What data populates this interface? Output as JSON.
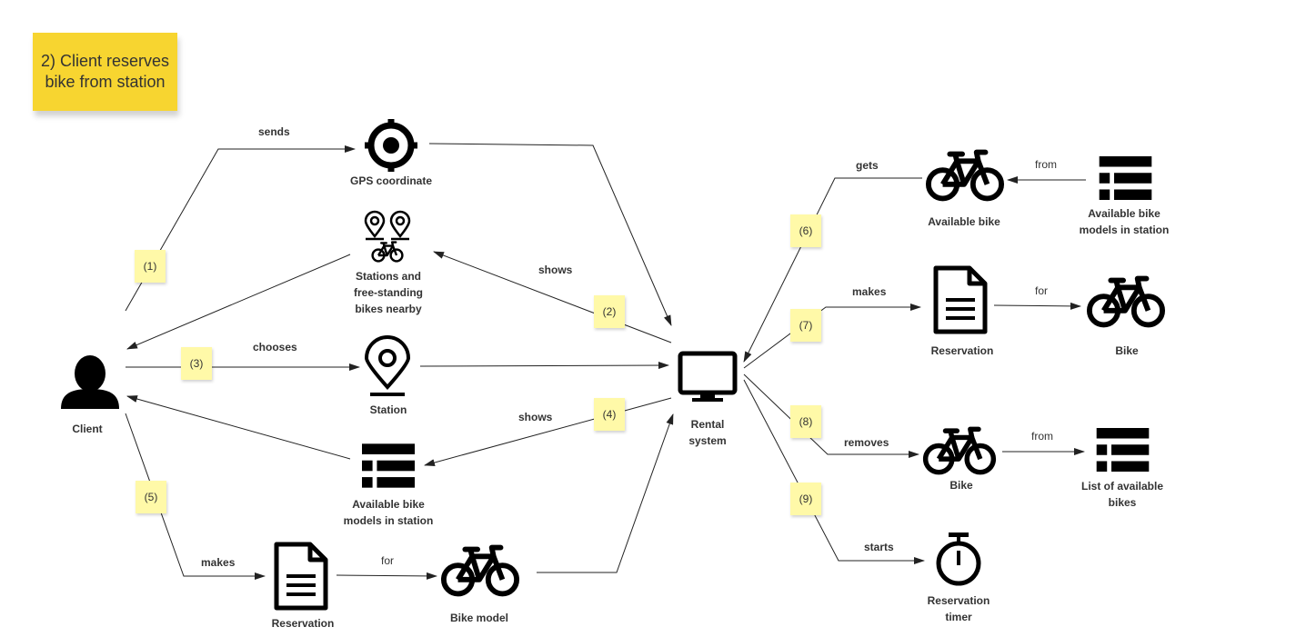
{
  "title_note": {
    "line1": "2) Client reserves",
    "line2": "bike from station"
  },
  "nodes": {
    "client": "Client",
    "gps": "GPS coordinate",
    "nearby": [
      "Stations and",
      "free-standing",
      "bikes nearby"
    ],
    "station": "Station",
    "models_left": [
      "Available bike",
      "models in station"
    ],
    "reservation_left": "Reservation",
    "bike_model": "Bike model",
    "rental": [
      "Rental",
      "system"
    ],
    "available_bike": "Available bike",
    "models_right": [
      "Available bike",
      "models in station"
    ],
    "reservation_right": "Reservation",
    "bike_for": "Bike",
    "bike_remove": "Bike",
    "available_list": [
      "List of available",
      "bikes"
    ],
    "timer": [
      "Reservation",
      "timer"
    ]
  },
  "edge_labels": {
    "sends": "sends",
    "shows1": "shows",
    "chooses": "chooses",
    "shows2": "shows",
    "makes_left": "makes",
    "for_left": "for",
    "gets": "gets",
    "from1": "from",
    "makes_right": "makes",
    "for_right": "for",
    "removes": "removes",
    "from2": "from",
    "starts": "starts"
  },
  "steps": [
    "(1)",
    "(2)",
    "(3)",
    "(4)",
    "(5)",
    "(6)",
    "(7)",
    "(8)",
    "(9)"
  ],
  "colors": {
    "title_note": "#f7d530",
    "step_note": "#fff9a8",
    "line": "#222222"
  },
  "icons": [
    "person-icon",
    "gps-target-icon",
    "map-pins-bike-icon",
    "map-pin-icon",
    "table-list-icon",
    "document-icon",
    "bicycle-icon",
    "monitor-icon",
    "stopwatch-icon"
  ]
}
